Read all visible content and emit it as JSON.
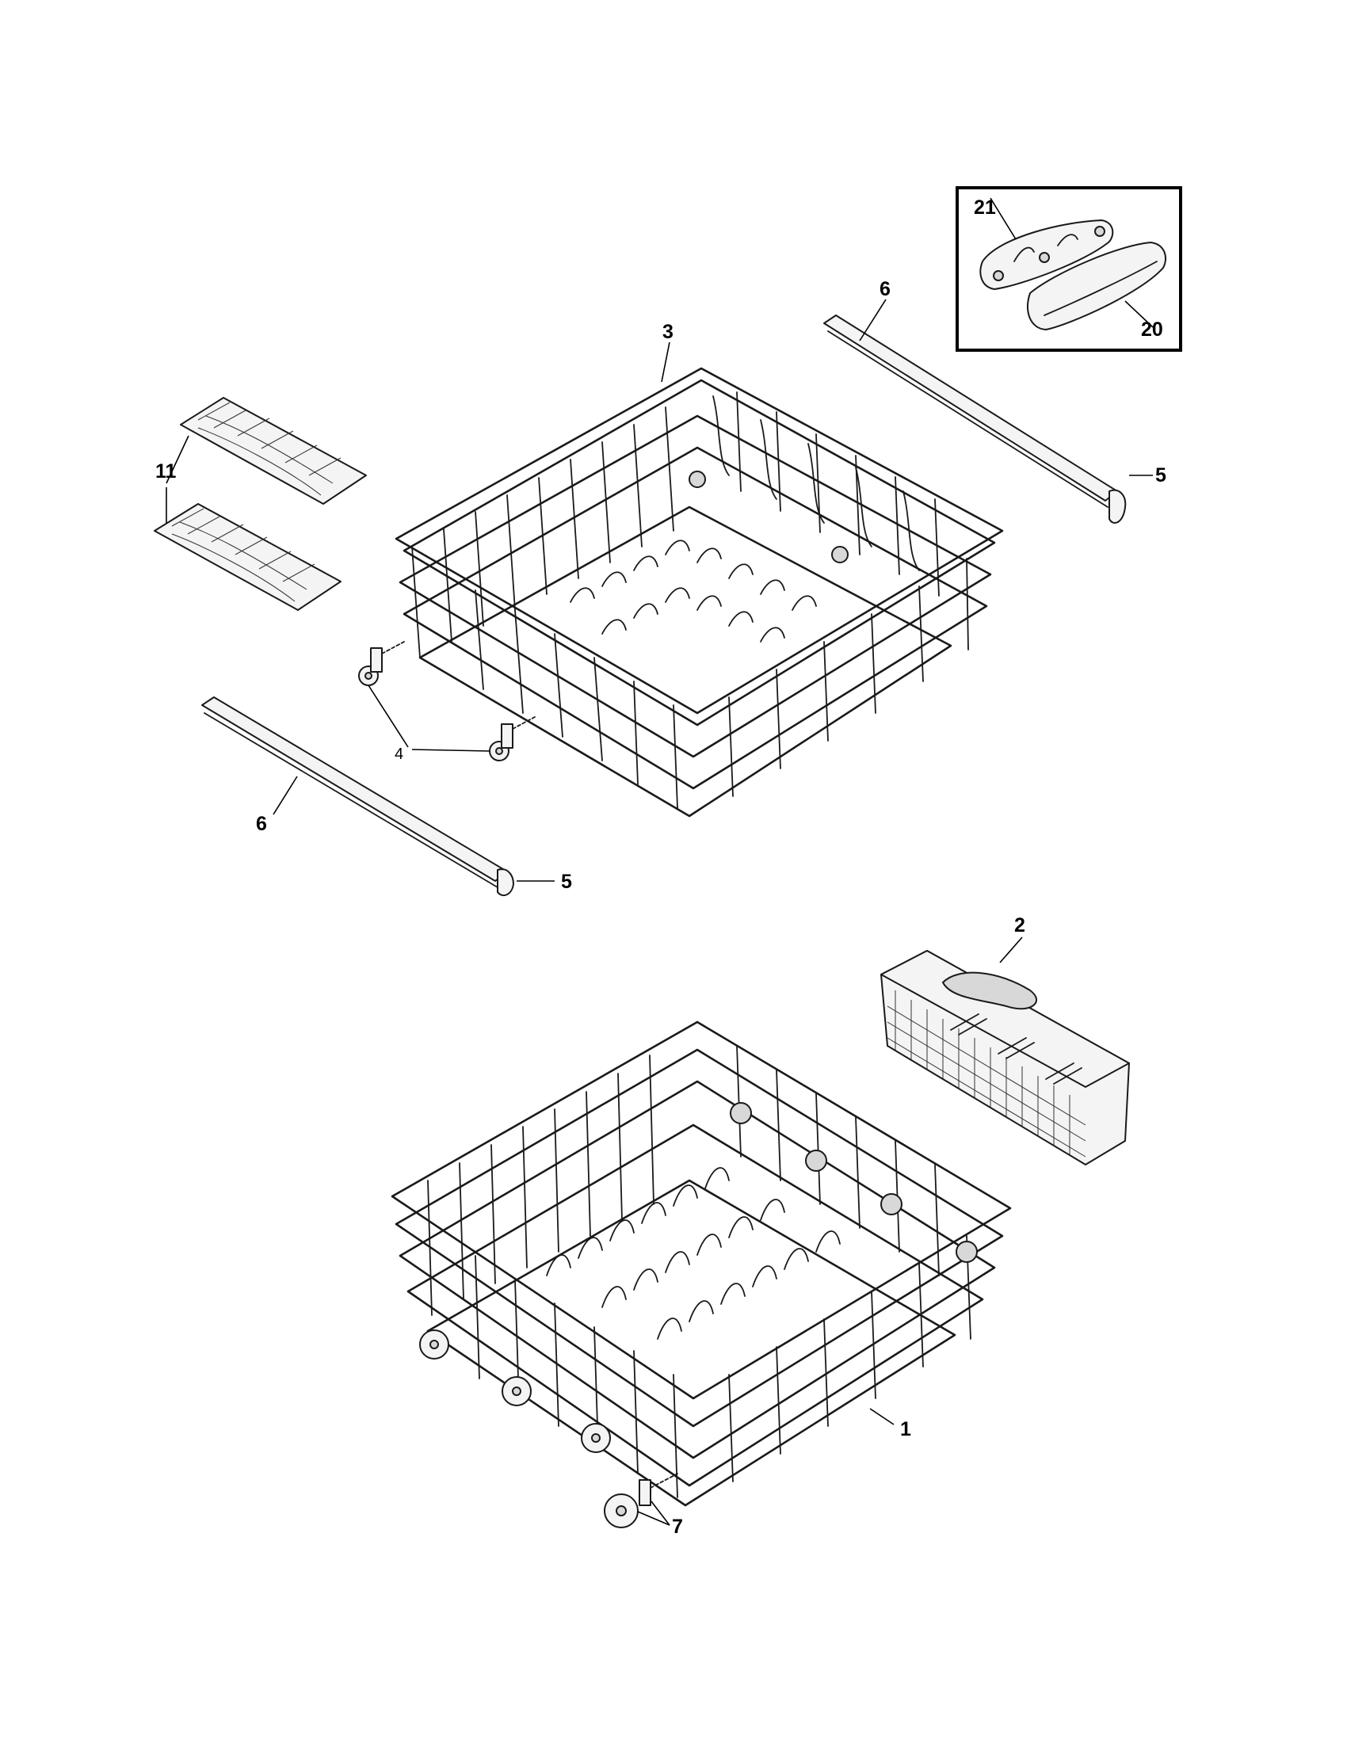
{
  "callouts": {
    "c1": "1",
    "c2": "2",
    "c3": "3",
    "c4": "4",
    "c5a": "5",
    "c5b": "5",
    "c6a": "6",
    "c6b": "6",
    "c7": "7",
    "c11": "11",
    "c20": "20",
    "c21": "21"
  },
  "parts": [
    {
      "ref": "1",
      "icon": "lower-dish-rack"
    },
    {
      "ref": "2",
      "icon": "silverware-basket"
    },
    {
      "ref": "3",
      "icon": "upper-dish-rack"
    },
    {
      "ref": "4",
      "icon": "upper-rack-roller"
    },
    {
      "ref": "5",
      "icon": "rack-rail-end-cap"
    },
    {
      "ref": "6",
      "icon": "rack-slide-rail"
    },
    {
      "ref": "7",
      "icon": "lower-rack-wheel"
    },
    {
      "ref": "11",
      "icon": "tine-insert"
    },
    {
      "ref": "20",
      "icon": "basket-handle"
    },
    {
      "ref": "21",
      "icon": "handle-insert"
    }
  ]
}
